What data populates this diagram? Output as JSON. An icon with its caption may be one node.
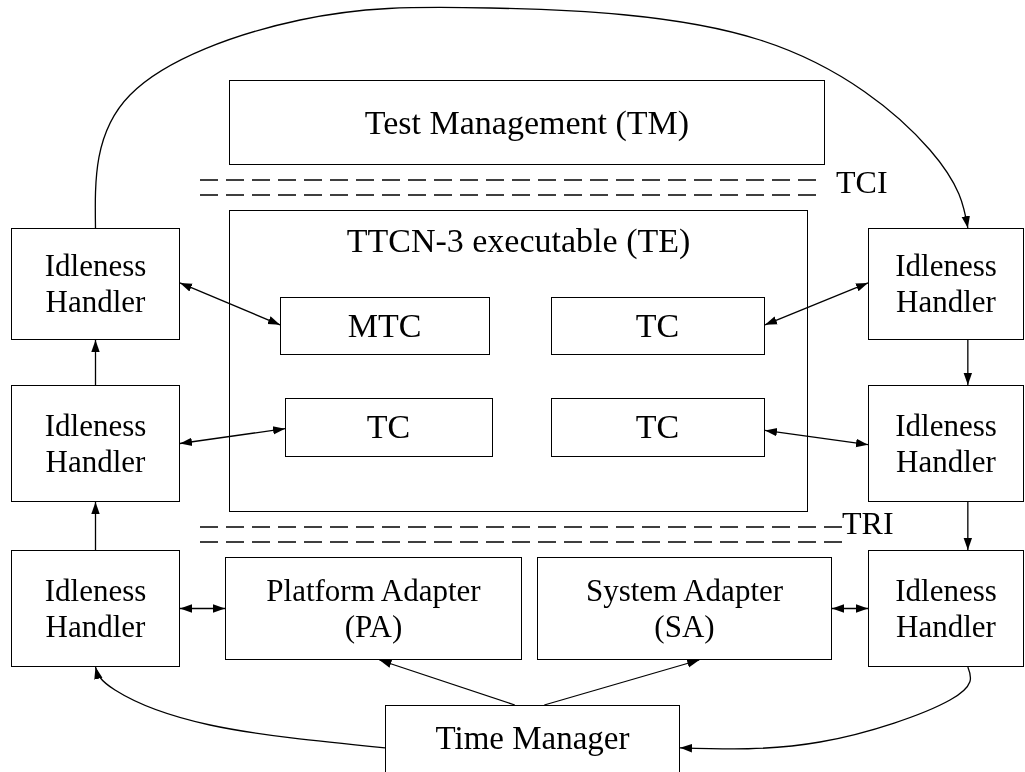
{
  "diagram": {
    "nodes": [
      {
        "text": [
          "Test Management (TM)"
        ]
      },
      {
        "text": [
          "TTCN-3 executable (TE)"
        ]
      },
      {
        "text": [
          "MTC"
        ],
        "in": 1
      },
      {
        "text": [
          "TC"
        ],
        "in": 1
      },
      {
        "text": [
          "TC"
        ],
        "in": 1
      },
      {
        "text": [
          "TC"
        ],
        "in": 1
      },
      {
        "text": [
          "Idleness Handler"
        ]
      },
      {
        "text": [
          "Idleness Handler"
        ]
      },
      {
        "text": [
          "Idleness Handler"
        ]
      },
      {
        "text": [
          "Idleness Handler"
        ]
      },
      {
        "text": [
          "Idleness Handler"
        ]
      },
      {
        "text": [
          "Platform Adapter (PA)"
        ]
      },
      {
        "text": [
          "System Adapter (SA)"
        ]
      },
      {
        "text": [
          "Idleness Handler"
        ]
      },
      {
        "text": [
          "Time Manager"
        ]
      }
    ],
    "edges": [
      {
        "from": 6,
        "to": 7,
        "arrow": "to"
      },
      {
        "from": 6,
        "to": 2,
        "arrow": "both"
      },
      {
        "from": 7,
        "to": 3,
        "arrow": "both"
      },
      {
        "from": 8,
        "to": 4,
        "arrow": "both"
      },
      {
        "from": 9,
        "to": 5,
        "arrow": "both"
      },
      {
        "from": 8,
        "to": 6,
        "arrow": "to"
      },
      {
        "from": 10,
        "to": 8,
        "arrow": "to"
      },
      {
        "from": 7,
        "to": 9,
        "arrow": "to"
      },
      {
        "from": 9,
        "to": 13,
        "arrow": "to"
      },
      {
        "from": 10,
        "to": 11,
        "arrow": "both"
      },
      {
        "from": 12,
        "to": 13,
        "arrow": "both"
      },
      {
        "from": 14,
        "to": 11,
        "arrow": "to"
      },
      {
        "from": 14,
        "to": 12,
        "arrow": "to"
      },
      {
        "from": 14,
        "to": 10,
        "arrow": "to"
      },
      {
        "from": 13,
        "to": 14,
        "arrow": "to"
      }
    ],
    "labels": [
      "TCI",
      "TRI"
    ]
  }
}
